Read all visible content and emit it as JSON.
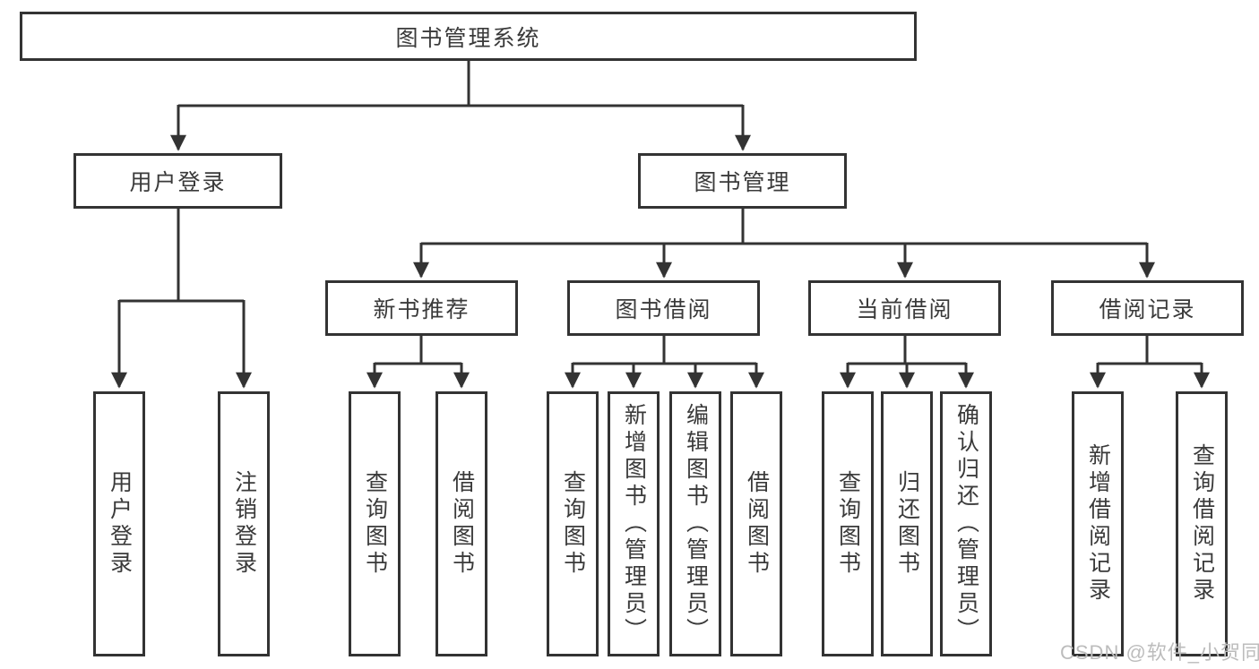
{
  "diagram": {
    "type": "function-structure-tree",
    "tree": {
      "label": "图书管理系统",
      "children": [
        {
          "label": "用户登录",
          "children": [
            {
              "label": "用户登录"
            },
            {
              "label": "注销登录"
            }
          ]
        },
        {
          "label": "图书管理",
          "children": [
            {
              "label": "新书推荐",
              "children": [
                {
                  "label": "查询图书"
                },
                {
                  "label": "借阅图书"
                }
              ]
            },
            {
              "label": "图书借阅",
              "children": [
                {
                  "label": "查询图书"
                },
                {
                  "label": "新增图书（管理员）"
                },
                {
                  "label": "编辑图书（管理员）"
                },
                {
                  "label": "借阅图书"
                }
              ]
            },
            {
              "label": "当前借阅",
              "children": [
                {
                  "label": "查询图书"
                },
                {
                  "label": "归还图书"
                },
                {
                  "label": "确认归还（管理员）"
                }
              ]
            },
            {
              "label": "借阅记录",
              "children": [
                {
                  "label": "新增借阅记录"
                },
                {
                  "label": "查询借阅记录"
                }
              ]
            }
          ]
        }
      ]
    }
  },
  "watermark": {
    "text": "CSDN @软件_小贺同学"
  },
  "colors": {
    "line": "#333333",
    "box_border": "#333333",
    "text": "#3a3a3a",
    "watermark": "#bcbcbc",
    "background": "#ffffff"
  }
}
